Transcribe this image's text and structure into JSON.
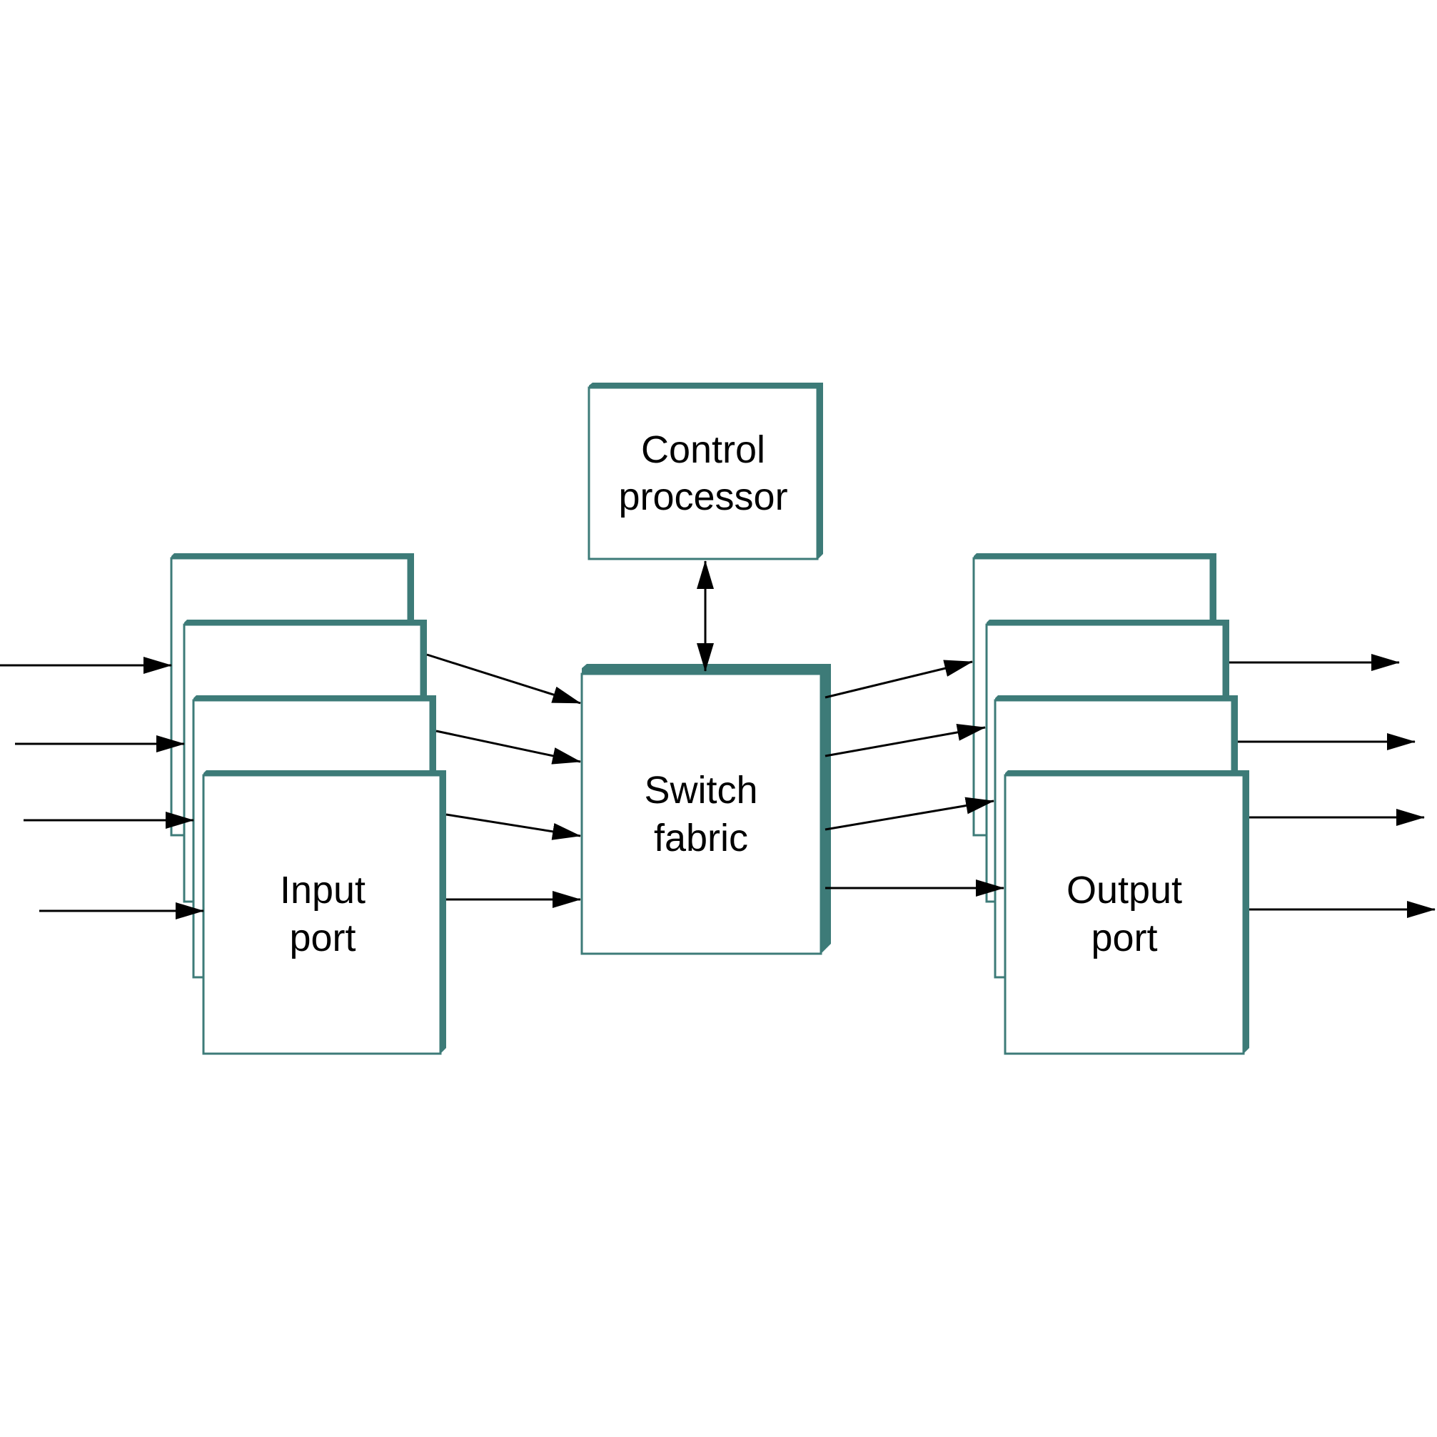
{
  "colors": {
    "box_border": "#3d7b78",
    "box_fill": "#ffffff",
    "arrow": "#000000",
    "text": "#000000"
  },
  "control_processor": {
    "line1": "Control",
    "line2": "processor"
  },
  "switch_fabric": {
    "line1": "Switch",
    "line2": "fabric"
  },
  "input_port": {
    "line1": "Input",
    "line2": "port"
  },
  "output_port": {
    "line1": "Output",
    "line2": "port"
  }
}
